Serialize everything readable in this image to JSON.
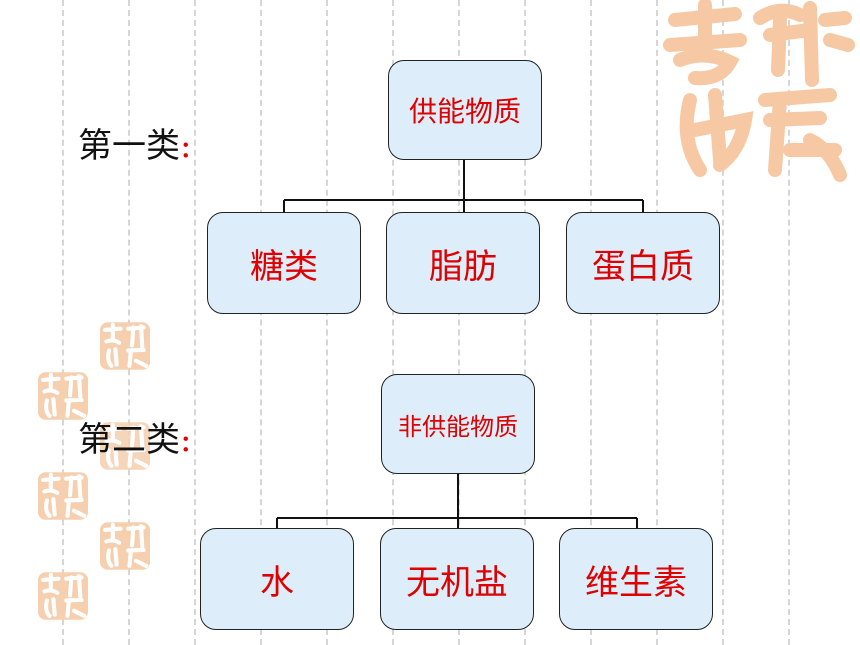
{
  "categories": [
    {
      "label": "第一类",
      "colon": ":",
      "root": "供能物质",
      "children": [
        "糖类",
        "脂肪",
        "蛋白质"
      ]
    },
    {
      "label": "第二类",
      "colon": ":",
      "root": "非供能物质",
      "children": [
        "水",
        "无机盐",
        "维生素"
      ]
    }
  ],
  "colors": {
    "node_fill": "#ddeefa",
    "node_text": "#e00000",
    "seal": "#f2b27d"
  },
  "decoration": {
    "seal_text": "吉祥如意"
  }
}
